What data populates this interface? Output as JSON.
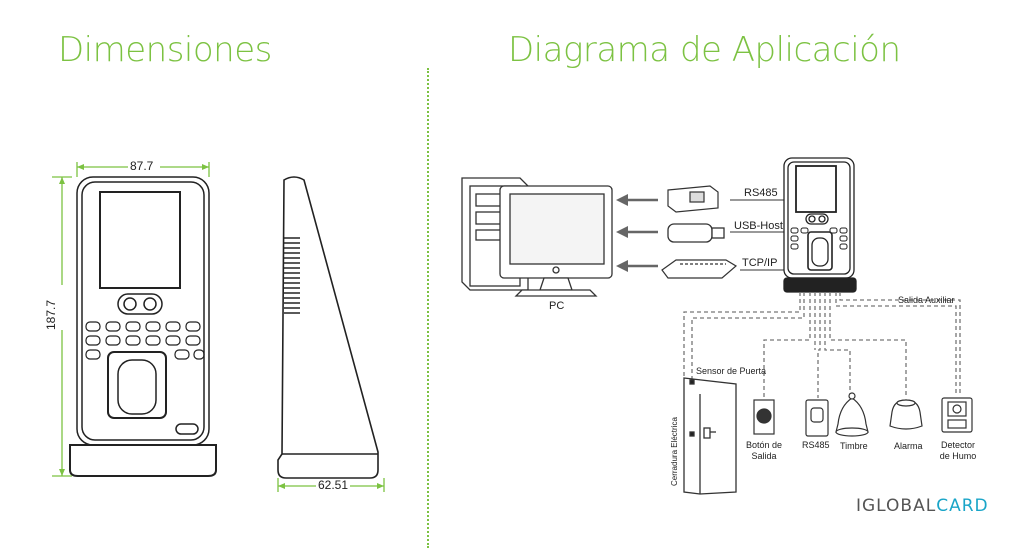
{
  "titles": {
    "dimensions": "Dimensiones",
    "application": "Diagrama de Aplicación"
  },
  "dimensions": {
    "width": "87.7",
    "height": "187.7",
    "depth": "62.51"
  },
  "connections": {
    "rs485": "RS485",
    "usb": "USB-Host",
    "tcpip": "TCP/IP",
    "pc": "PC"
  },
  "peripherals": {
    "aux_output": "Salida Auxiliar",
    "door_sensor": "Sensor de Puerta",
    "electric_lock": "Cerradura Eléctrica",
    "exit_button": "Botón de Salida",
    "rs485": "RS485",
    "doorbell": "Timbre",
    "alarm": "Alarma",
    "smoke_detector": "Detector de Humo"
  },
  "brand": {
    "prefix": "IGLOBAL",
    "accent": "CARD"
  },
  "colors": {
    "accent_green": "#7cc242",
    "brand_blue": "#1aa5c8",
    "dimension_line": "#7cc242"
  }
}
